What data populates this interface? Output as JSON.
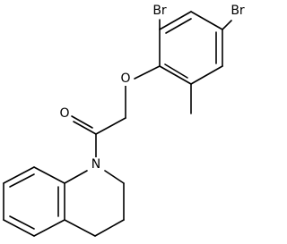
{
  "structure": {
    "atoms": {
      "br_top": "Br",
      "br_right": "Br",
      "o_ether": "O",
      "o_carbonyl": "O",
      "n_ring": "N"
    }
  },
  "colors": {
    "bond": "#000000",
    "background": "#ffffff"
  }
}
